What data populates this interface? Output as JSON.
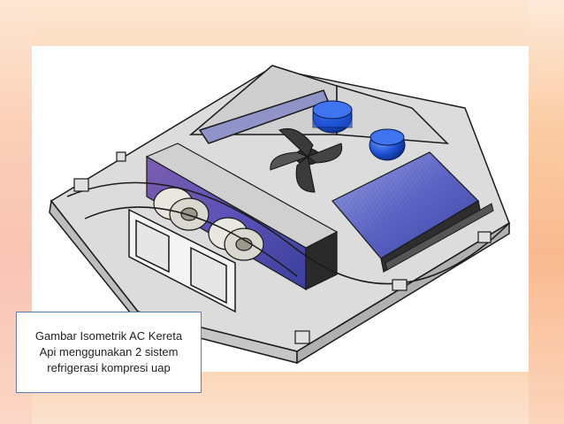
{
  "caption": {
    "line1": "Gambar Isometrik AC Kereta",
    "line2": "Api menggunakan 2 sistem",
    "line3": "refrigerasi kompresi uap"
  },
  "figure": {
    "subject": "isometric-ac-unit",
    "colors": {
      "frame": "#cfcfcf",
      "frame_edge": "#1a1a1a",
      "coil": "#4b56b8",
      "coil_light": "#9aa3e6",
      "compressor": "#1f53d6",
      "fan": "#2a2a2a",
      "blower": "#e8e8e0"
    }
  }
}
